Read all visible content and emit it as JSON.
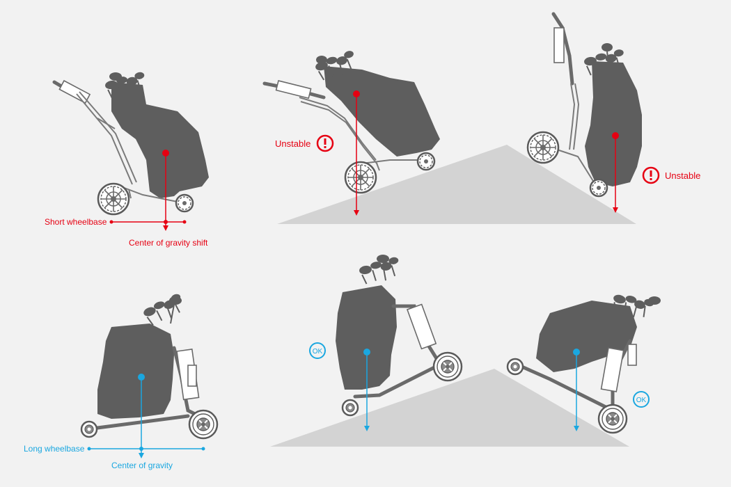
{
  "labels": {
    "short_wheelbase": "Short wheelbase",
    "cog_shift": "Center of gravity shift",
    "unstable_left": "Unstable",
    "unstable_right": "Unstable",
    "long_wheelbase": "Long wheelbase",
    "center_of_gravity": "Center of gravity",
    "ok_left": "OK",
    "ok_right": "OK"
  },
  "icons": {
    "warning": "exclamation-circle-icon",
    "ok": "ok-circle-icon"
  },
  "colors": {
    "unstable": "#e60012",
    "stable": "#1aa7e0",
    "bag": "#5e5e5e",
    "slope": "#d3d3d3",
    "background": "#f2f2f2"
  }
}
